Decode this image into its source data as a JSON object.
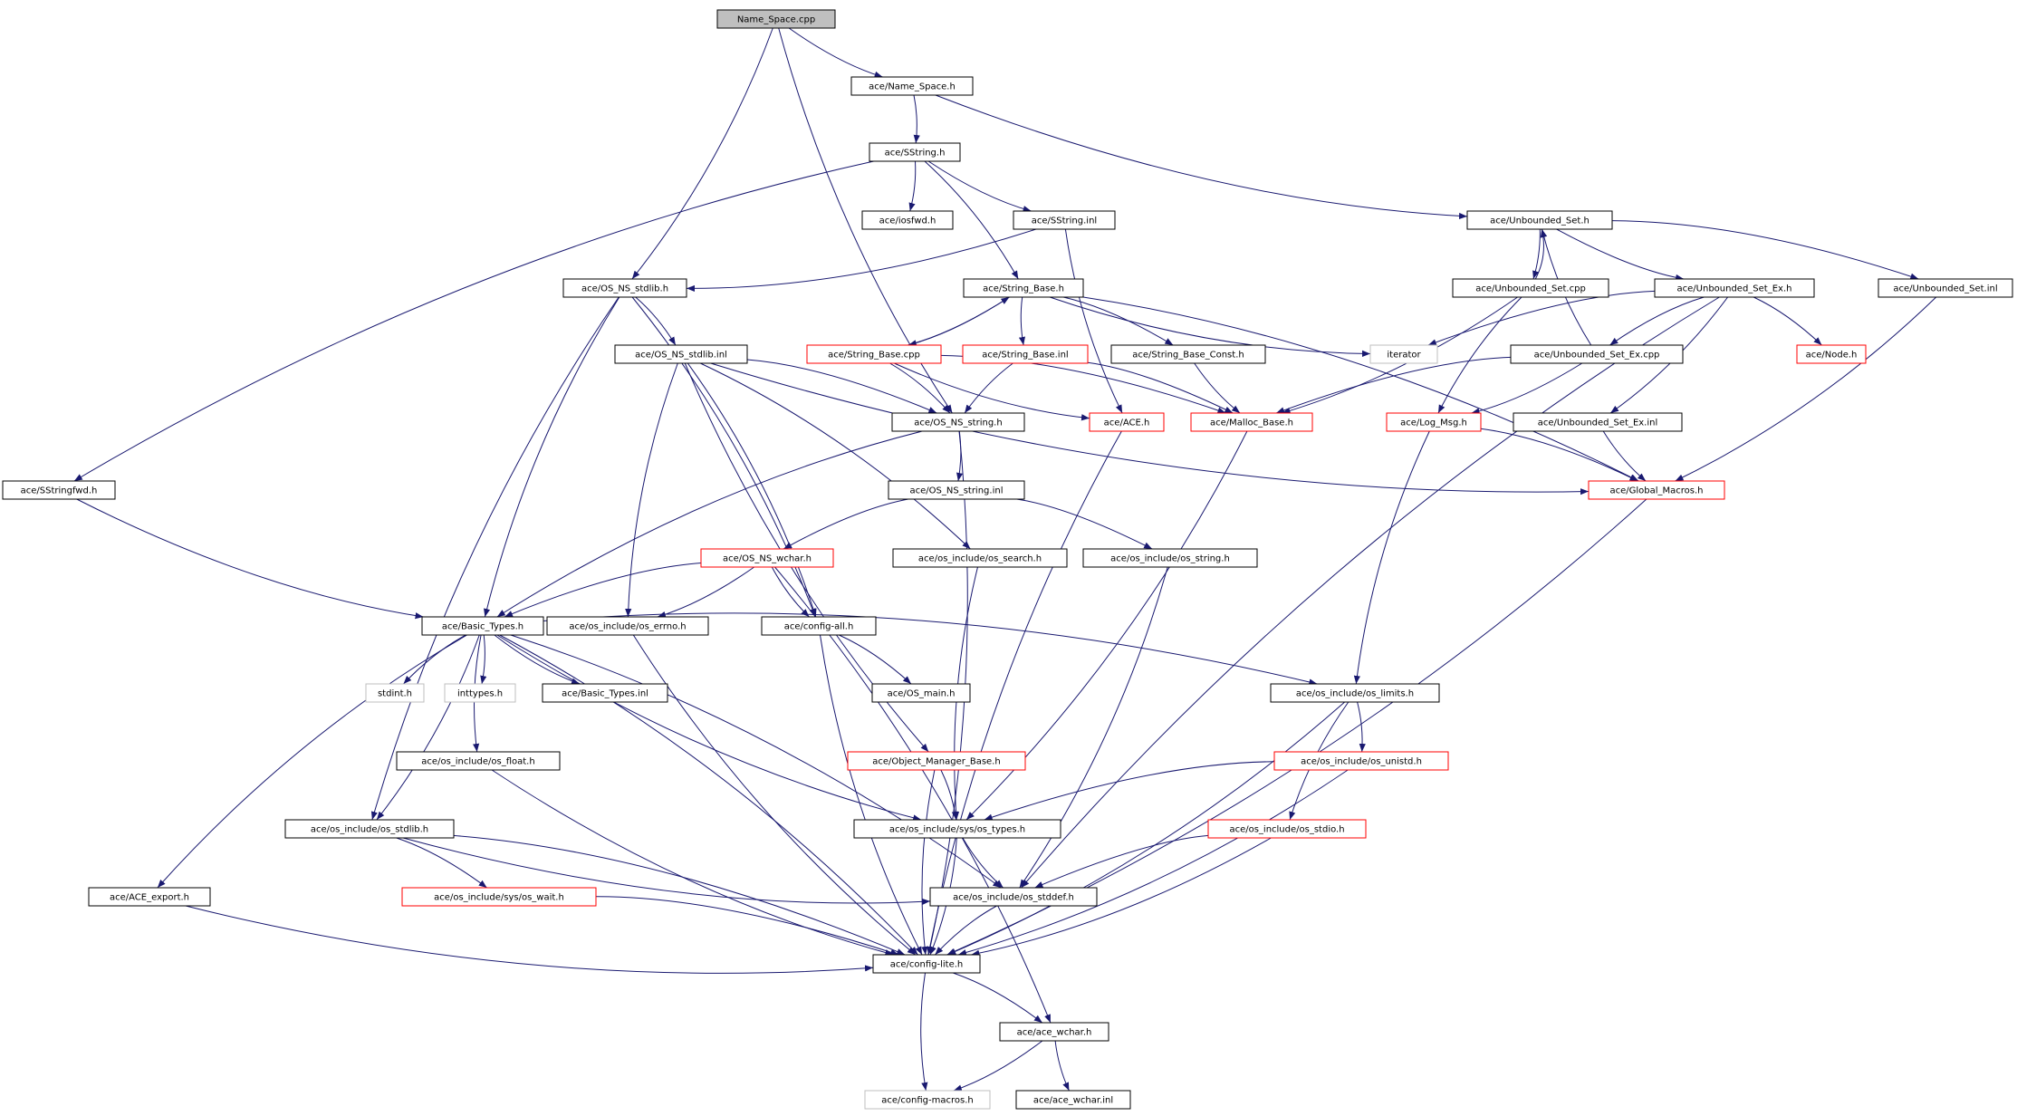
{
  "colors": {
    "edge": "#191970",
    "border_default": "#000000",
    "border_red": "#ff0000",
    "border_gray": "#bfbfbf",
    "root_fill": "#bfbfbf",
    "node_fill": "#ffffff"
  },
  "graph": {
    "nodes": [
      {
        "id": "root",
        "label": "Name_Space.cpp",
        "style": "root"
      },
      {
        "id": "name_space_h",
        "label": "ace/Name_Space.h",
        "style": "default"
      },
      {
        "id": "sstring_h",
        "label": "ace/SString.h",
        "style": "default"
      },
      {
        "id": "iosfwd_h",
        "label": "ace/iosfwd.h",
        "style": "default"
      },
      {
        "id": "sstring_inl",
        "label": "ace/SString.inl",
        "style": "default"
      },
      {
        "id": "unbounded_set_h",
        "label": "ace/Unbounded_Set.h",
        "style": "default"
      },
      {
        "id": "os_ns_stdlib_h",
        "label": "ace/OS_NS_stdlib.h",
        "style": "default"
      },
      {
        "id": "string_base_h",
        "label": "ace/String_Base.h",
        "style": "default"
      },
      {
        "id": "unbounded_set_cpp",
        "label": "ace/Unbounded_Set.cpp",
        "style": "default"
      },
      {
        "id": "unbounded_set_ex_h",
        "label": "ace/Unbounded_Set_Ex.h",
        "style": "default"
      },
      {
        "id": "unbounded_set_inl",
        "label": "ace/Unbounded_Set.inl",
        "style": "default"
      },
      {
        "id": "os_ns_stdlib_inl",
        "label": "ace/OS_NS_stdlib.inl",
        "style": "default"
      },
      {
        "id": "string_base_cpp",
        "label": "ace/String_Base.cpp",
        "style": "red"
      },
      {
        "id": "string_base_inl",
        "label": "ace/String_Base.inl",
        "style": "red"
      },
      {
        "id": "string_base_const_h",
        "label": "ace/String_Base_Const.h",
        "style": "default"
      },
      {
        "id": "iterator",
        "label": "iterator",
        "style": "gray"
      },
      {
        "id": "unbounded_set_ex_cpp",
        "label": "ace/Unbounded_Set_Ex.cpp",
        "style": "default"
      },
      {
        "id": "node_h",
        "label": "ace/Node.h",
        "style": "red"
      },
      {
        "id": "os_ns_string_h",
        "label": "ace/OS_NS_string.h",
        "style": "default"
      },
      {
        "id": "ace_h",
        "label": "ace/ACE.h",
        "style": "red"
      },
      {
        "id": "malloc_base_h",
        "label": "ace/Malloc_Base.h",
        "style": "red"
      },
      {
        "id": "log_msg_h",
        "label": "ace/Log_Msg.h",
        "style": "red"
      },
      {
        "id": "unbounded_set_ex_inl",
        "label": "ace/Unbounded_Set_Ex.inl",
        "style": "default"
      },
      {
        "id": "sstringfwd_h",
        "label": "ace/SStringfwd.h",
        "style": "default"
      },
      {
        "id": "os_ns_string_inl",
        "label": "ace/OS_NS_string.inl",
        "style": "default"
      },
      {
        "id": "global_macros_h",
        "label": "ace/Global_Macros.h",
        "style": "red"
      },
      {
        "id": "os_ns_wchar_h",
        "label": "ace/OS_NS_wchar.h",
        "style": "red"
      },
      {
        "id": "os_search_h",
        "label": "ace/os_include/os_search.h",
        "style": "default"
      },
      {
        "id": "os_string_h",
        "label": "ace/os_include/os_string.h",
        "style": "default"
      },
      {
        "id": "basic_types_h",
        "label": "ace/Basic_Types.h",
        "style": "default"
      },
      {
        "id": "os_errno_h",
        "label": "ace/os_include/os_errno.h",
        "style": "default"
      },
      {
        "id": "config_all_h",
        "label": "ace/config-all.h",
        "style": "default"
      },
      {
        "id": "stdint_h",
        "label": "stdint.h",
        "style": "gray"
      },
      {
        "id": "inttypes_h",
        "label": "inttypes.h",
        "style": "gray"
      },
      {
        "id": "basic_types_inl",
        "label": "ace/Basic_Types.inl",
        "style": "default"
      },
      {
        "id": "os_main_h",
        "label": "ace/OS_main.h",
        "style": "default"
      },
      {
        "id": "os_limits_h",
        "label": "ace/os_include/os_limits.h",
        "style": "default"
      },
      {
        "id": "os_float_h",
        "label": "ace/os_include/os_float.h",
        "style": "default"
      },
      {
        "id": "object_manager_base_h",
        "label": "ace/Object_Manager_Base.h",
        "style": "red"
      },
      {
        "id": "os_unistd_h",
        "label": "ace/os_include/os_unistd.h",
        "style": "red"
      },
      {
        "id": "os_stdlib_h",
        "label": "ace/os_include/os_stdlib.h",
        "style": "default"
      },
      {
        "id": "sys_os_types_h",
        "label": "ace/os_include/sys/os_types.h",
        "style": "default"
      },
      {
        "id": "os_stdio_h",
        "label": "ace/os_include/os_stdio.h",
        "style": "red"
      },
      {
        "id": "ace_export_h",
        "label": "ace/ACE_export.h",
        "style": "default"
      },
      {
        "id": "sys_os_wait_h",
        "label": "ace/os_include/sys/os_wait.h",
        "style": "red"
      },
      {
        "id": "os_stddef_h",
        "label": "ace/os_include/os_stddef.h",
        "style": "default"
      },
      {
        "id": "config_lite_h",
        "label": "ace/config-lite.h",
        "style": "default"
      },
      {
        "id": "ace_wchar_h",
        "label": "ace/ace_wchar.h",
        "style": "default"
      },
      {
        "id": "config_macros_h",
        "label": "ace/config-macros.h",
        "style": "gray"
      },
      {
        "id": "ace_wchar_inl",
        "label": "ace/ace_wchar.inl",
        "style": "default"
      }
    ],
    "edges": [
      [
        "root",
        "name_space_h"
      ],
      [
        "root",
        "os_ns_stdlib_h"
      ],
      [
        "root",
        "os_ns_string_h"
      ],
      [
        "name_space_h",
        "sstring_h"
      ],
      [
        "name_space_h",
        "unbounded_set_h"
      ],
      [
        "sstring_h",
        "iosfwd_h"
      ],
      [
        "sstring_h",
        "sstring_inl"
      ],
      [
        "sstring_h",
        "string_base_h"
      ],
      [
        "sstring_h",
        "sstringfwd_h"
      ],
      [
        "sstring_inl",
        "os_ns_stdlib_h"
      ],
      [
        "sstring_inl",
        "ace_h"
      ],
      [
        "unbounded_set_h",
        "unbounded_set_cpp"
      ],
      [
        "unbounded_set_h",
        "unbounded_set_ex_h"
      ],
      [
        "unbounded_set_h",
        "unbounded_set_inl"
      ],
      [
        "unbounded_set_cpp",
        "unbounded_set_h"
      ],
      [
        "unbounded_set_cpp",
        "malloc_base_h"
      ],
      [
        "unbounded_set_cpp",
        "log_msg_h"
      ],
      [
        "unbounded_set_inl",
        "global_macros_h"
      ],
      [
        "unbounded_set_ex_h",
        "unbounded_set_ex_cpp"
      ],
      [
        "unbounded_set_ex_h",
        "node_h"
      ],
      [
        "unbounded_set_ex_h",
        "iterator"
      ],
      [
        "unbounded_set_ex_h",
        "unbounded_set_ex_inl"
      ],
      [
        "unbounded_set_ex_h",
        "os_stddef_h"
      ],
      [
        "unbounded_set_ex_cpp",
        "unbounded_set_h"
      ],
      [
        "unbounded_set_ex_cpp",
        "malloc_base_h"
      ],
      [
        "unbounded_set_ex_cpp",
        "log_msg_h"
      ],
      [
        "unbounded_set_ex_inl",
        "global_macros_h"
      ],
      [
        "os_ns_stdlib_h",
        "os_ns_stdlib_inl"
      ],
      [
        "os_ns_stdlib_h",
        "basic_types_h"
      ],
      [
        "os_ns_stdlib_h",
        "config_all_h"
      ],
      [
        "os_ns_stdlib_h",
        "os_stdlib_h"
      ],
      [
        "os_ns_stdlib_inl",
        "os_ns_string_h"
      ],
      [
        "os_ns_stdlib_inl",
        "global_macros_h"
      ],
      [
        "os_ns_stdlib_inl",
        "os_search_h"
      ],
      [
        "os_ns_stdlib_inl",
        "os_errno_h"
      ],
      [
        "os_ns_stdlib_inl",
        "config_all_h"
      ],
      [
        "os_ns_stdlib_inl",
        "object_manager_base_h"
      ],
      [
        "string_base_h",
        "string_base_cpp"
      ],
      [
        "string_base_h",
        "string_base_inl"
      ],
      [
        "string_base_h",
        "string_base_const_h"
      ],
      [
        "string_base_h",
        "iterator"
      ],
      [
        "string_base_h",
        "global_macros_h"
      ],
      [
        "string_base_cpp",
        "string_base_h"
      ],
      [
        "string_base_cpp",
        "os_ns_string_h"
      ],
      [
        "string_base_cpp",
        "ace_h"
      ],
      [
        "string_base_cpp",
        "malloc_base_h"
      ],
      [
        "string_base_inl",
        "os_ns_string_h"
      ],
      [
        "string_base_inl",
        "malloc_base_h"
      ],
      [
        "string_base_const_h",
        "malloc_base_h"
      ],
      [
        "malloc_base_h",
        "sys_os_types_h"
      ],
      [
        "ace_h",
        "config_lite_h"
      ],
      [
        "log_msg_h",
        "global_macros_h"
      ],
      [
        "log_msg_h",
        "os_limits_h"
      ],
      [
        "global_macros_h",
        "config_lite_h"
      ],
      [
        "sstringfwd_h",
        "basic_types_h"
      ],
      [
        "os_ns_string_h",
        "os_ns_string_inl"
      ],
      [
        "os_ns_string_h",
        "basic_types_h"
      ],
      [
        "os_ns_string_h",
        "config_lite_h"
      ],
      [
        "os_ns_string_inl",
        "os_ns_wchar_h"
      ],
      [
        "os_ns_string_inl",
        "os_string_h"
      ],
      [
        "os_ns_wchar_h",
        "basic_types_h"
      ],
      [
        "os_ns_wchar_h",
        "os_errno_h"
      ],
      [
        "os_ns_wchar_h",
        "config_all_h"
      ],
      [
        "os_ns_wchar_h",
        "ace_wchar_h"
      ],
      [
        "os_search_h",
        "sys_os_types_h"
      ],
      [
        "os_string_h",
        "os_stddef_h"
      ],
      [
        "basic_types_h",
        "stdint_h"
      ],
      [
        "basic_types_h",
        "inttypes_h"
      ],
      [
        "basic_types_h",
        "basic_types_inl"
      ],
      [
        "basic_types_h",
        "os_limits_h"
      ],
      [
        "basic_types_h",
        "os_float_h"
      ],
      [
        "basic_types_h",
        "os_stdlib_h"
      ],
      [
        "basic_types_h",
        "sys_os_types_h"
      ],
      [
        "basic_types_h",
        "os_stddef_h"
      ],
      [
        "basic_types_h",
        "ace_export_h"
      ],
      [
        "basic_types_h",
        "config_lite_h"
      ],
      [
        "os_errno_h",
        "config_lite_h"
      ],
      [
        "config_all_h",
        "os_main_h"
      ],
      [
        "config_all_h",
        "config_lite_h"
      ],
      [
        "os_limits_h",
        "os_unistd_h"
      ],
      [
        "os_limits_h",
        "os_stdio_h"
      ],
      [
        "os_limits_h",
        "config_lite_h"
      ],
      [
        "os_unistd_h",
        "sys_os_types_h"
      ],
      [
        "os_unistd_h",
        "config_lite_h"
      ],
      [
        "os_stdio_h",
        "os_stddef_h"
      ],
      [
        "os_stdio_h",
        "config_lite_h"
      ],
      [
        "os_float_h",
        "config_lite_h"
      ],
      [
        "object_manager_base_h",
        "sys_os_types_h"
      ],
      [
        "object_manager_base_h",
        "config_lite_h"
      ],
      [
        "os_stdlib_h",
        "sys_os_wait_h"
      ],
      [
        "os_stdlib_h",
        "os_stddef_h"
      ],
      [
        "os_stdlib_h",
        "config_lite_h"
      ],
      [
        "sys_os_types_h",
        "os_stddef_h"
      ],
      [
        "sys_os_types_h",
        "config_lite_h"
      ],
      [
        "os_stddef_h",
        "config_lite_h"
      ],
      [
        "sys_os_wait_h",
        "config_lite_h"
      ],
      [
        "ace_export_h",
        "config_lite_h"
      ],
      [
        "config_lite_h",
        "ace_wchar_h"
      ],
      [
        "config_lite_h",
        "config_macros_h"
      ],
      [
        "ace_wchar_h",
        "config_macros_h"
      ],
      [
        "ace_wchar_h",
        "ace_wchar_inl"
      ]
    ]
  }
}
